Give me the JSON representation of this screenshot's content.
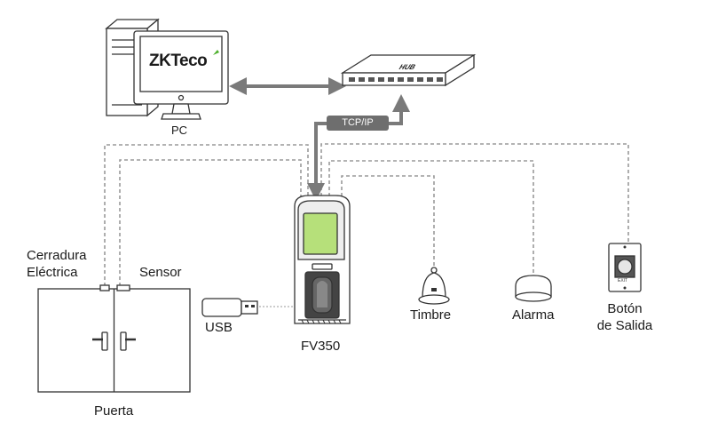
{
  "labels": {
    "pc": "PC",
    "tcpip": "TCP/IP",
    "hub": "HUB",
    "lock_line1": "Cerradura",
    "lock_line2": "Eléctrica",
    "sensor": "Sensor",
    "usb": "USB",
    "device": "FV350",
    "bell": "Timbre",
    "alarm": "Alarma",
    "exit_line1": "Botón",
    "exit_line2": "de Salida",
    "door": "Puerta",
    "exit_plate": "EXIT"
  },
  "logo_text": "ZKTeco",
  "colors": {
    "outline": "#333333",
    "dashed_wire": "#9a9a9a",
    "arrow": "#7a7a7a",
    "screen_green": "#b6e07a",
    "logo_accent": "#4caf2a"
  }
}
